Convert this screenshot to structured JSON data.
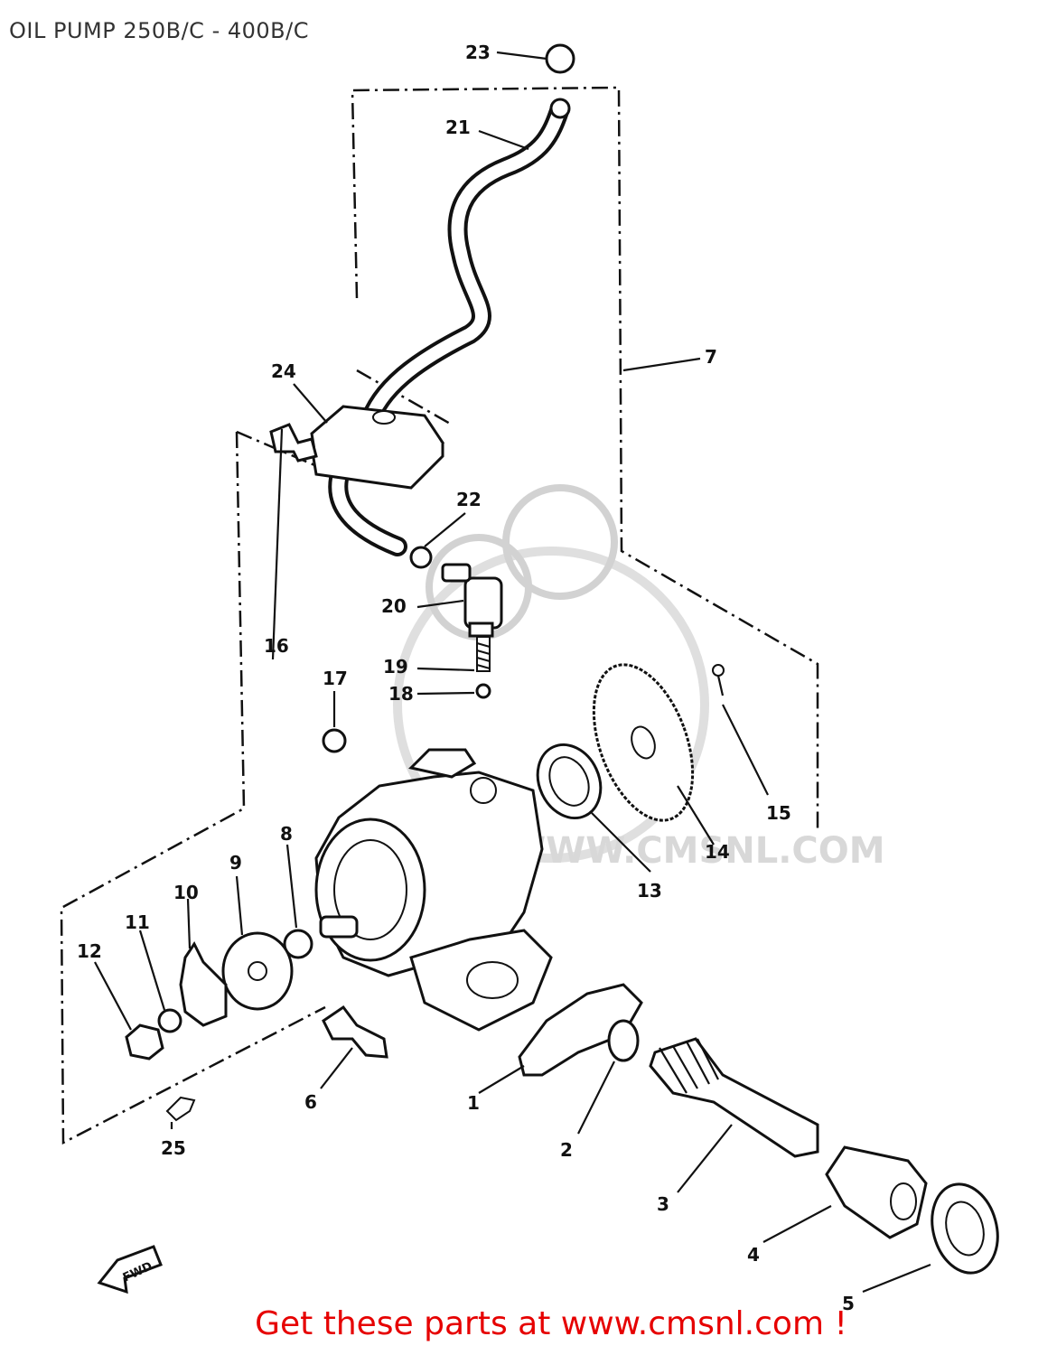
{
  "title": "OIL PUMP 250B/C - 400B/C",
  "watermark_text": "WWW.CMSNL.COM",
  "footer_text": "Get these parts at www.cmsnl.com !",
  "fwd_text": "FWD",
  "callouts": [
    "1",
    "2",
    "3",
    "4",
    "5",
    "6",
    "7",
    "8",
    "9",
    "10",
    "11",
    "12",
    "13",
    "14",
    "15",
    "16",
    "17",
    "18",
    "19",
    "20",
    "21",
    "22",
    "23",
    "24",
    "25"
  ]
}
